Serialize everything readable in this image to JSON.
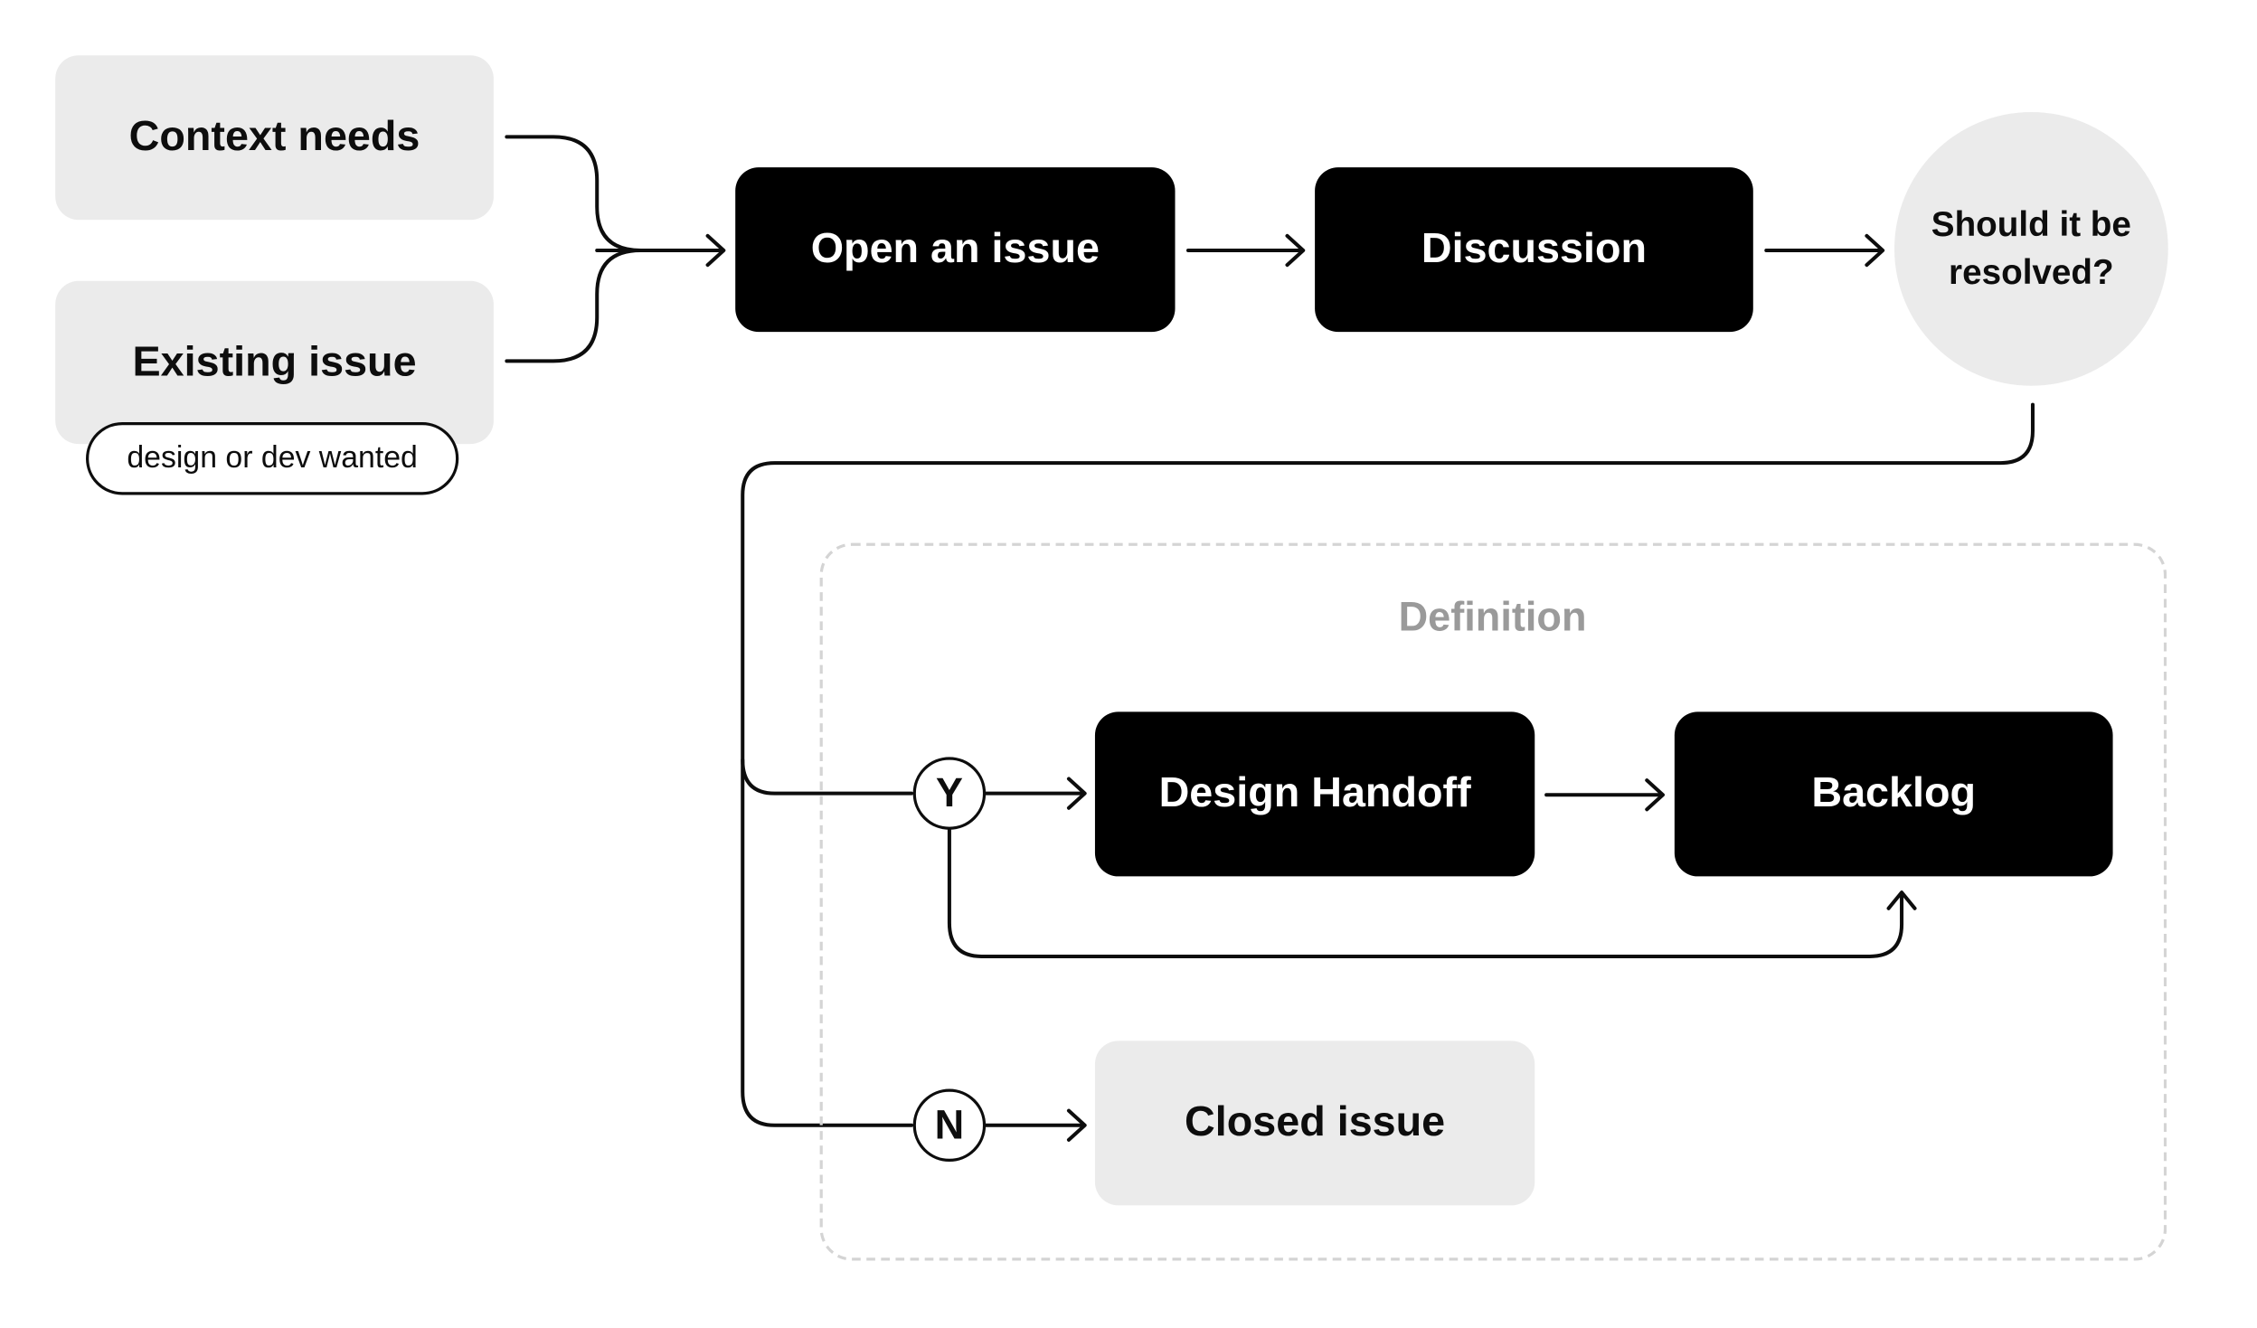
{
  "diagram": {
    "nodes": {
      "context_needs": "Context needs",
      "existing_issue": "Existing issue",
      "existing_issue_tag": "design or dev wanted",
      "open_issue": "Open an issue",
      "discussion": "Discussion",
      "decision": "Should it be resolved?",
      "design_handoff": "Design Handoff",
      "backlog": "Backlog",
      "closed_issue": "Closed issue"
    },
    "group": {
      "title": "Definition"
    },
    "branches": {
      "yes": "Y",
      "no": "N"
    },
    "colors": {
      "dark_node": "#000000",
      "light_node": "#ebebeb",
      "line": "#0d0d0d",
      "group_border": "#d4d4d4",
      "group_title": "#9a9a9a"
    }
  }
}
